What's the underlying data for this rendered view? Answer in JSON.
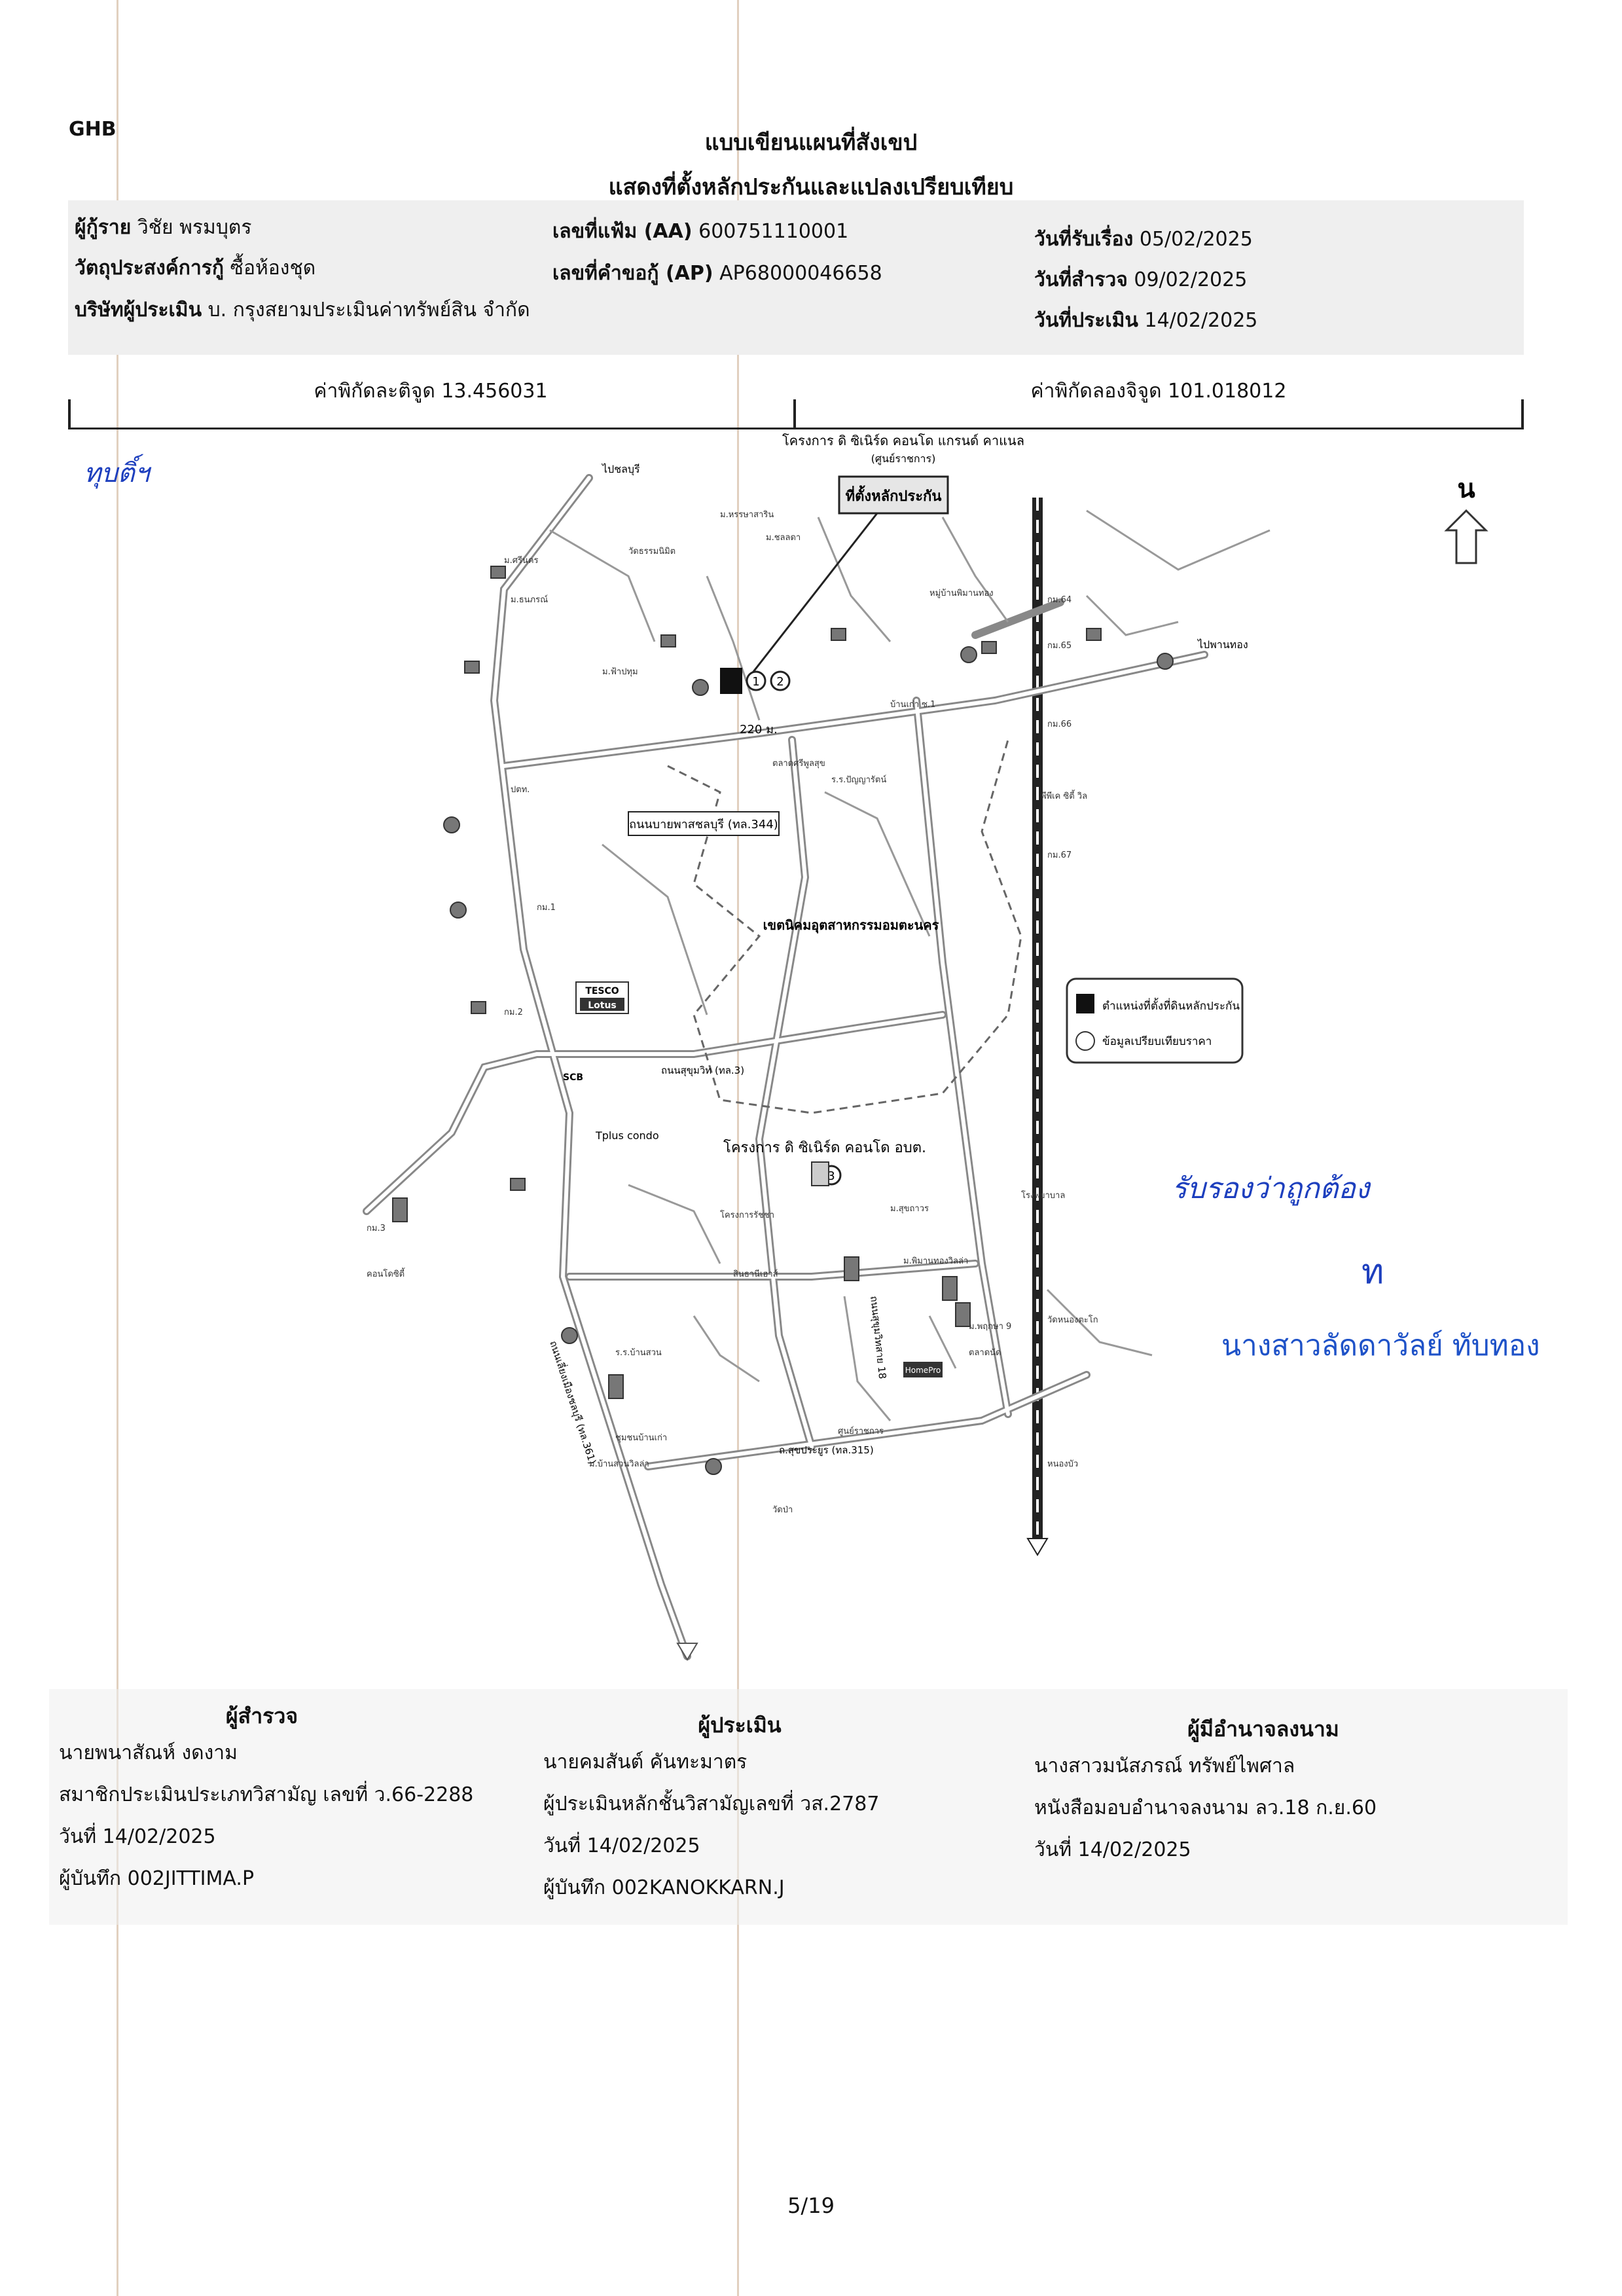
{
  "header": {
    "logo": "GHB",
    "title_line1": "แบบเขียนแผนที่สังเขป",
    "title_line2": "แสดงที่ตั้งหลักประกันและแปลงเปรียบเทียบ"
  },
  "info": {
    "borrower_label": "ผู้กู้ราย",
    "borrower_value": "วิชัย พรมบุตร",
    "purpose_label": "วัตถุประสงค์การกู้",
    "purpose_value": "ซื้อห้องชุด",
    "appraiser_company_label": "บริษัทผู้ประเมิน",
    "appraiser_company_value": "บ. กรุงสยามประเมินค่าทรัพย์สิน จำกัด",
    "file_no_label": "เลขที่แฟ้ม (AA)",
    "file_no_value": "600751110001",
    "request_no_label": "เลขที่คำขอกู้ (AP)",
    "request_no_value": "AP68000046658",
    "received_label": "วันที่รับเรื่อง",
    "received_value": "05/02/2025",
    "survey_label": "วันที่สำรวจ",
    "survey_value": "09/02/2025",
    "appraisal_label": "วันที่ประเมิน",
    "appraisal_value": "14/02/2025"
  },
  "coords": {
    "lat": "ค่าพิกัดละติจูด 13.456031",
    "lng": "ค่าพิกัดลองจิจูด 101.018012"
  },
  "map": {
    "north": "น",
    "collateral_box": "ที่ตั้งหลักประกัน",
    "project_top": "โครงการ ดิ ซิเนิร์ด คอนโด แกรนด์ คาแนล",
    "project_top_sub": "(ศูนย์ราชการ)",
    "project_mid": "โครงการ ดิ ซิเนิร์ด คอนโด อบต.",
    "road_main": "ถนนบายพาสชลบุรี",
    "road_main_sub": "(ทล.344)",
    "area_label": "เขตนิคมอุตสาหกรรมอมตะนคร",
    "distance": "220 ม.",
    "tesco": "TESCO",
    "lotus": "Lotus",
    "scb": "SCB",
    "tplus": "Tplus condo",
    "homepro": "HomePro",
    "legend_collateral": "ตำแหน่งที่ตั้งที่ดินหลักประกัน",
    "legend_compare": "ข้อมูลเปรียบเทียบราคา",
    "road_labels": [
      "ไปชลบุรี",
      "ไปพานทอง",
      "ถนนสุขุมวิท (ทล.3)",
      "ถ.สุขประยูร (ทล.315)",
      "ถนนเลี่ยงเมืองชลบุรี (ทล.361)",
      "ถนนสุขุมวิทสาย 18"
    ],
    "place_labels": [
      "ม.ศรีนคร",
      "ม.ธนภรณ์",
      "วัดธรรมนิมิต",
      "ม.หรรษาสาริน",
      "ม.ชลลดา",
      "บ้านเก่า ซ.1",
      "ตลาดศรีพูลสุข",
      "ร.ร.ปัญญารัตน์",
      "ม.ฟ้าปทุม",
      "กม.64",
      "กม.65",
      "กม.66",
      "กม.67",
      "ปตท.",
      "พีพีเค ซิตี้ วิล",
      "วัดหนองตะโก",
      "หนองบัว",
      "ม.พฤกษา 9",
      "คอนโดซิตี้",
      "ชุมชนบ้านเก่า",
      "ศูนย์ราชการ",
      "กม.1",
      "กม.2",
      "กม.3",
      "ม.สุขถาวร",
      "ม.พิมานทองวิลล่า",
      "สินธานีเฮาส์",
      "โครงการรัชชา",
      "ร.ร.บ้านสวน",
      "โรงพยาบาล",
      "วัดป่า",
      "ตลาดนัด",
      "ม.บ้านสวนวิลล่า",
      "หมู่บ้านพิมานทอง"
    ]
  },
  "signatures": {
    "surveyor": {
      "title": "ผู้สำรวจ",
      "name": "นายพนาสัณห์ งดงาม",
      "member": "สมาชิกประเมินประเภทวิสามัญ เลขที่ ว.66-2288",
      "date": "วันที่ 14/02/2025",
      "recorder": "ผู้บันทึก 002JITTIMA.P"
    },
    "appraiser": {
      "title": "ผู้ประเมิน",
      "name": "นายคมสันต์ คันทะมาตร",
      "member": "ผู้ประเมินหลักชั้นวิสามัญเลขที่ วส.2787",
      "date": "วันที่ 14/02/2025",
      "recorder": "ผู้บันทึก 002KANOKKARN.J"
    },
    "authorized": {
      "title": "ผู้มีอำนาจลงนาม",
      "name": "นางสาวมนัสภรณ์ ทรัพย์ไพศาล",
      "member": "หนังสือมอบอำนาจลงนาม ลว.18 ก.ย.60",
      "date": "วันที่ 14/02/2025"
    }
  },
  "stamp": {
    "name": "นางสาวลัดดาวัลย์ ทับทอง"
  },
  "page": "5/19"
}
